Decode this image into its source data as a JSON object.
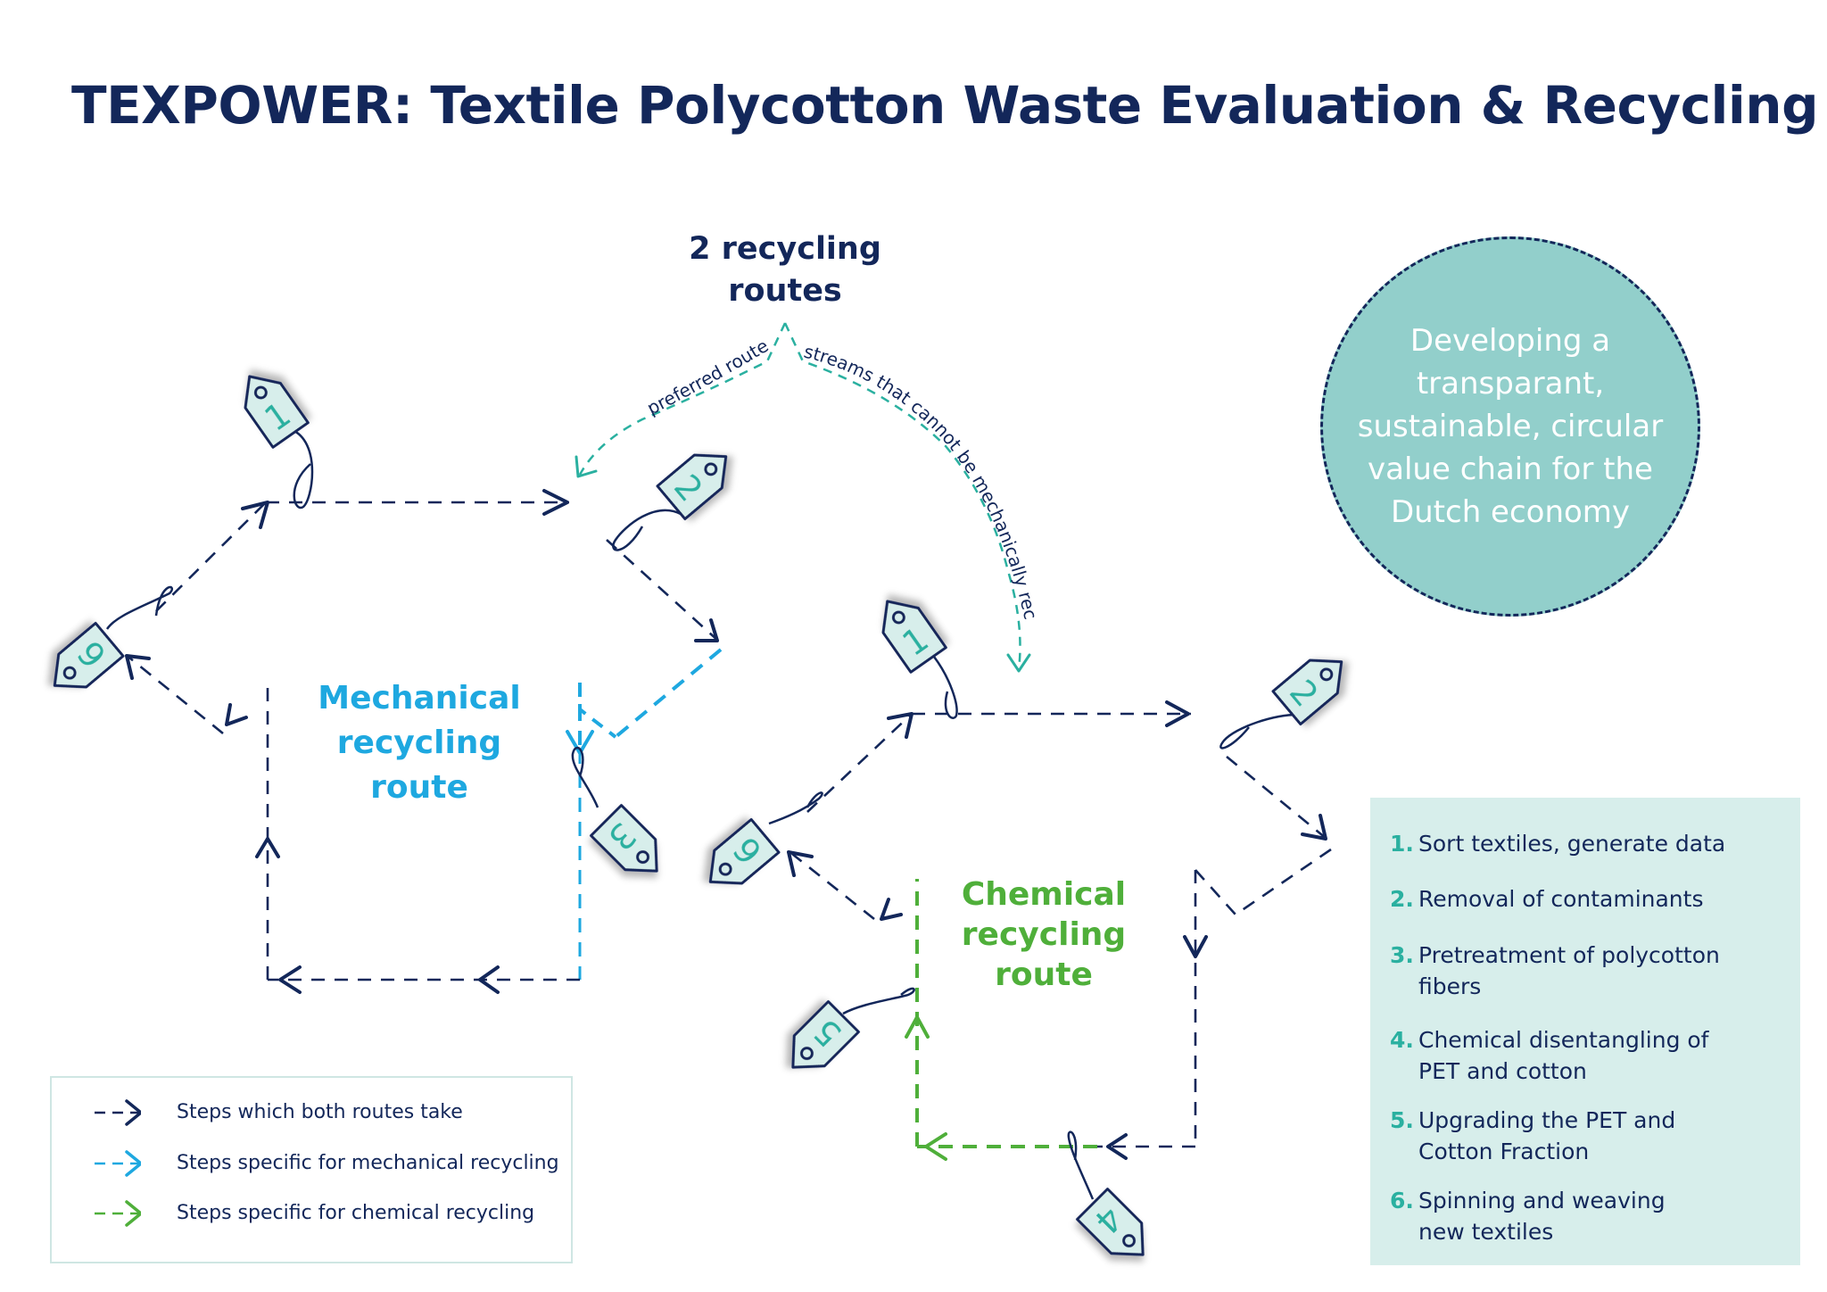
{
  "title": "TEXPOWER: Textile Polycotton Waste Evaluation & Recycling",
  "routes_title": "2 recycling routes",
  "preferred_route": "preferred route",
  "other_route": "streams that cannot be mechanically recycled",
  "mechanical_route": "Mechanical recycling route",
  "chemical_route": "Chemical recycling route",
  "circle_text": "Developing a transparant, sustainable, circular value chain for the Dutch economy",
  "steps": [
    {
      "num": "1.",
      "text": "Sort textiles, generate data"
    },
    {
      "num": "2.",
      "text": "Removal of contaminants"
    },
    {
      "num": "3.",
      "text": "Pretreatment of polycotton fibers"
    },
    {
      "num": "4.",
      "text": "Chemical disentangling of PET and cotton"
    },
    {
      "num": "5.",
      "text": "Upgrading the PET and Cotton Fraction"
    },
    {
      "num": "6.",
      "text": "Spinning and weaving new textiles"
    }
  ],
  "legend": {
    "both": "Steps which both routes take",
    "mechanical": "Steps specific for mechanical recycling",
    "chemical": "Steps specific for chemical recycling"
  },
  "tags": {
    "mech": [
      "1",
      "2",
      "3",
      "6"
    ],
    "chem": [
      "1",
      "2",
      "4",
      "5",
      "6"
    ]
  },
  "colors": {
    "navy": "#13275a",
    "mechanical": "#1ea8e0",
    "chemical": "#4faf3a",
    "teal": "#2ab0a0",
    "tag_fill": "#d7eeeb",
    "circle": "#92cfcb"
  }
}
